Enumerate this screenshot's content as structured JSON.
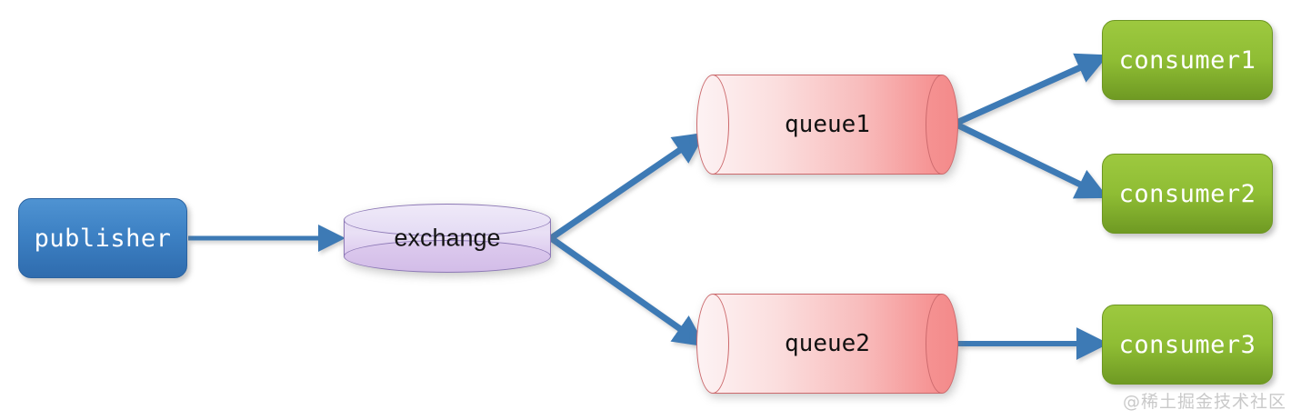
{
  "diagram": {
    "title": "RabbitMQ fanout exchange routing diagram",
    "background_color": "#ffffff",
    "accent_color": "#3d7ab5",
    "nodes": {
      "publisher": {
        "label": "publisher",
        "shape": "rounded-rectangle",
        "fill_top": "#4f93d2",
        "fill_bottom": "#2f6cae",
        "text_color": "#ffffff"
      },
      "exchange": {
        "label": "exchange",
        "shape": "vertical-cylinder",
        "fill_top": "#efe9f8",
        "fill_bottom": "#dcc9ee",
        "border_color": "#8d79b6",
        "text_color": "#141414"
      },
      "queue1": {
        "label": "queue1",
        "shape": "horizontal-cylinder",
        "fill_left": "#fdeff0",
        "fill_right": "#f58e8e",
        "border_color": "#cc6a6d",
        "text_color": "#111111"
      },
      "queue2": {
        "label": "queue2",
        "shape": "horizontal-cylinder",
        "fill_left": "#fdeff0",
        "fill_right": "#f58e8e",
        "border_color": "#cc6a6d",
        "text_color": "#111111"
      },
      "consumer1": {
        "label": "consumer1",
        "shape": "rounded-rectangle",
        "fill_top": "#9dc93f",
        "fill_bottom": "#6f9a23",
        "text_color": "#ffffff"
      },
      "consumer2": {
        "label": "consumer2",
        "shape": "rounded-rectangle",
        "fill_top": "#9dc93f",
        "fill_bottom": "#6f9a23",
        "text_color": "#ffffff"
      },
      "consumer3": {
        "label": "consumer3",
        "shape": "rounded-rectangle",
        "fill_top": "#9dc93f",
        "fill_bottom": "#6f9a23",
        "text_color": "#ffffff"
      }
    },
    "edges": [
      {
        "id": "publisher-to-exchange",
        "from": "publisher",
        "to": "exchange",
        "color": "#3d7ab5",
        "width": 5
      },
      {
        "id": "exchange-to-queue1",
        "from": "exchange",
        "to": "queue1",
        "color": "#3d7ab5",
        "width": 7
      },
      {
        "id": "exchange-to-queue2",
        "from": "exchange",
        "to": "queue2",
        "color": "#3d7ab5",
        "width": 7
      },
      {
        "id": "queue1-to-consumer1",
        "from": "queue1",
        "to": "consumer1",
        "color": "#3d7ab5",
        "width": 7
      },
      {
        "id": "queue1-to-consumer2",
        "from": "queue1",
        "to": "consumer2",
        "color": "#3d7ab5",
        "width": 7
      },
      {
        "id": "queue2-to-consumer3",
        "from": "queue2",
        "to": "consumer3",
        "color": "#3d7ab5",
        "width": 6
      }
    ]
  },
  "watermark": {
    "text": "@稀土掘金技术社区",
    "color": "#c9c9c9"
  }
}
